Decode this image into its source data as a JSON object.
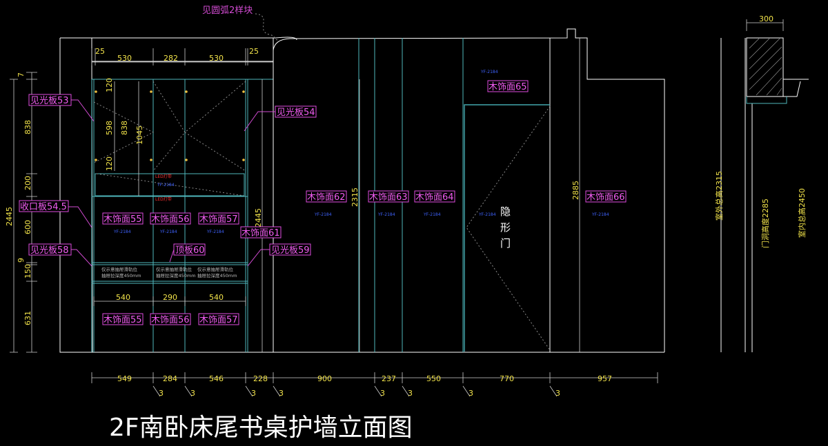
{
  "title": "2F南卧床尾书桌护墙立面图",
  "callout_top": "见圆弧2样块",
  "tags": {
    "t53": "见光板53",
    "t54": "见光板54",
    "t545": "收口板54.5",
    "t55a": "木饰面55",
    "t56a": "木饰面56",
    "t57a": "木饰面57",
    "t58": "见光板58",
    "t59": "见光板59",
    "t60": "顶板60",
    "t61": "木饰面61",
    "t55b": "木饰面55",
    "t56b": "木饰面56",
    "t57b": "木饰面57",
    "t62": "木饰面62",
    "t63": "木饰面63",
    "t64": "木饰面64",
    "t65": "木饰面65",
    "t66": "木饰面66"
  },
  "door_label": [
    "隐",
    "形",
    "门"
  ],
  "top_dims": [
    "25",
    "530",
    "282",
    "530",
    "25"
  ],
  "left_dims": [
    "7",
    "838",
    "200",
    "600",
    "9",
    "150",
    "631"
  ],
  "left_total": "2445",
  "inner_dims": [
    "120",
    "598",
    "120",
    "838",
    "1045"
  ],
  "mid_dims": [
    "540",
    "290",
    "540"
  ],
  "vertical_totals": [
    "2445",
    "2315",
    "2885"
  ],
  "bottom_dims": [
    "549",
    "284",
    "546",
    "228",
    "900",
    "237",
    "550",
    "770",
    "957"
  ],
  "bottom_markers": [
    "3",
    "3",
    "3",
    "3",
    "3",
    "3",
    "3",
    "3"
  ],
  "section_width": "300",
  "section_labels": [
    "室外总高2315",
    "门洞高度2285",
    "室内总高2450"
  ],
  "led_label": "LED灯带",
  "material_code": "YF-2184",
  "shelf_note_lines": [
    "仅示意抽屉滑轨位",
    "抽屉拉深度450mm"
  ]
}
